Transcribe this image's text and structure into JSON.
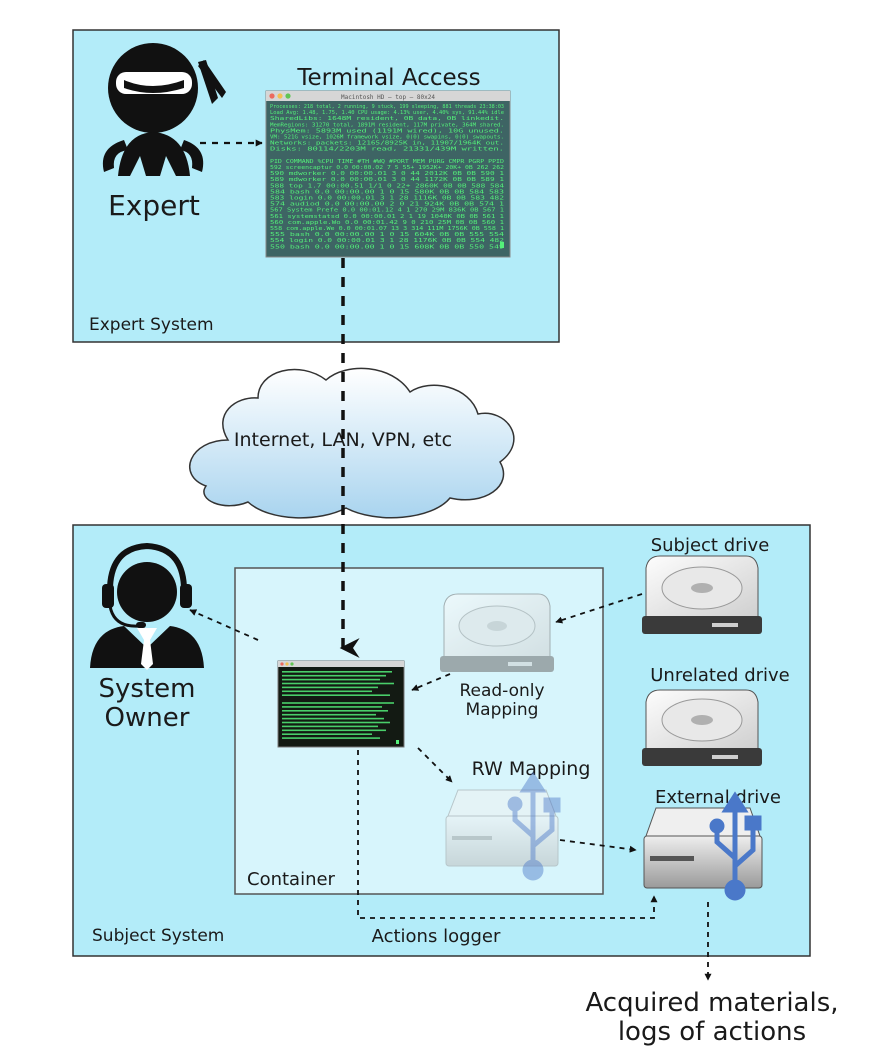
{
  "expert_system": {
    "label": "Expert System",
    "expert_label": "Expert",
    "terminal_title": "Terminal Access",
    "terminal_window_title": "Macintosh HD — top — 80x24",
    "terminal_header": [
      "Processes: 218 total, 2 running, 9 stuck, 199 sleeping, 881 threads   23:38:03",
      "Load Avg: 1.48, 1.75, 1.40  CPU usage: 4.13% user, 4.40% sys, 91.44% idle",
      "SharedLibs: 1648M resident, 0B data, 0B linkedit.",
      "MemRegions: 31270 total, 1891M resident, 117M private, 364M shared.",
      "PhysMem: 5893M used (1191M wired), 10G unused.",
      "VM: 521G vsize, 1026M framework vsize, 0(0) swapins, 0(0) swapouts.",
      "Networks: packets: 12165/8925K in, 11907/1964K out.",
      "Disks: 80114/2203M read, 21331/439M written."
    ],
    "terminal_columns": "PID  COMMAND      %CPU TIME     #TH  #WQ  #PORT MEM    PURG   CMPR PGRP PPID",
    "terminal_rows": [
      "592  screencaptur 0.0  00:00.02 7    5    55+   1952K+ 20K+   0B   262  262",
      "590  mdworker     0.0  00:00.01 3    0    44    2012K  0B     0B   590  1",
      "589  mdworker     0.0  00:00.01 3    0    44    1172K  0B     0B   589  1",
      "588  top          1.7  00:00.51 1/1  0    22+   2860K  0B     0B   588  584",
      "584  bash         0.0  00:00.00 1    0    15    580K   0B     0B   584  583",
      "583  login        0.0  00:00.01 3    1    28    1116K  0B     0B   583  482",
      "574  audiod       0.0  00:00.00 2    0    21    924K   0B     0B   574  1",
      "567  System Prefe 0.0  00:01.12 4    1    270   29M    836K   0B   567  1",
      "561  systemstatsd 0.0  00:00.01 2    1    19    1040K  0B     0B   561  1",
      "560  com.apple.Wo 0.0  00:01.42 9    0    210   25M    0B     0B   560  1",
      "558  com.apple.We 0.0  00:01.07 13   3    314   111M   1756K  0B   558  1",
      "555  bash         0.0  00:00.00 1    0    15    604K   0B     0B   555  554",
      "554  login        0.0  00:00.01 3    1    28    1176K  0B     0B   554  482",
      "550  bash         0.0  00:00.00 1    0    15    608K   0B     0B   550  549"
    ]
  },
  "network": {
    "label": "Internet, LAN, VPN, etc"
  },
  "subject_system": {
    "label": "Subject System",
    "owner_line1": "System",
    "owner_line2": "Owner",
    "container_label": "Container",
    "readonly_line1": "Read-only",
    "readonly_line2": "Mapping",
    "rw_label": "RW Mapping",
    "subject_drive_label": "Subject drive",
    "unrelated_drive_label": "Unrelated drive",
    "external_drive_label": "External drive",
    "actions_logger_label": "Actions logger"
  },
  "output": {
    "line1": "Acquired materials,",
    "line2": "logs of actions"
  },
  "colors": {
    "system_fill": "#b3ecf9",
    "container_fill": "#d7f5fc",
    "terminal_bg": "#3e6464",
    "terminal_text": "#54f07a",
    "usb_blue": "#4a78c9"
  }
}
